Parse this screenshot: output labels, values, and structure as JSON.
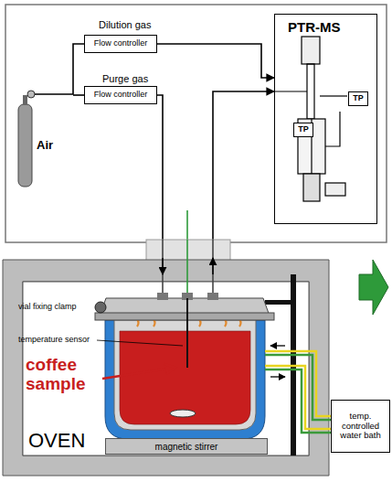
{
  "diagram": {
    "nodes": [
      {
        "text": [
          "Flow controller"
        ]
      },
      {
        "text": [
          "Flow controller"
        ]
      },
      {
        "text": [
          "PTR-MS"
        ]
      },
      {
        "text": [
          "TP"
        ],
        "in": 2
      },
      {
        "text": [
          "TP"
        ],
        "in": 2
      },
      {
        "text": [
          "OVEN"
        ]
      },
      {
        "text": [
          "magnetic stirrer"
        ],
        "in": 5
      },
      {
        "text": [
          "temp. controlled water bath"
        ]
      }
    ],
    "edges": [
      {
        "from": 0,
        "to": 2,
        "arrow": "to"
      }
    ],
    "labels": [
      "Dilution gas",
      "Purge gas",
      "Air",
      "vial fixing clamp",
      "temperature sensor",
      "coffee sample"
    ]
  }
}
